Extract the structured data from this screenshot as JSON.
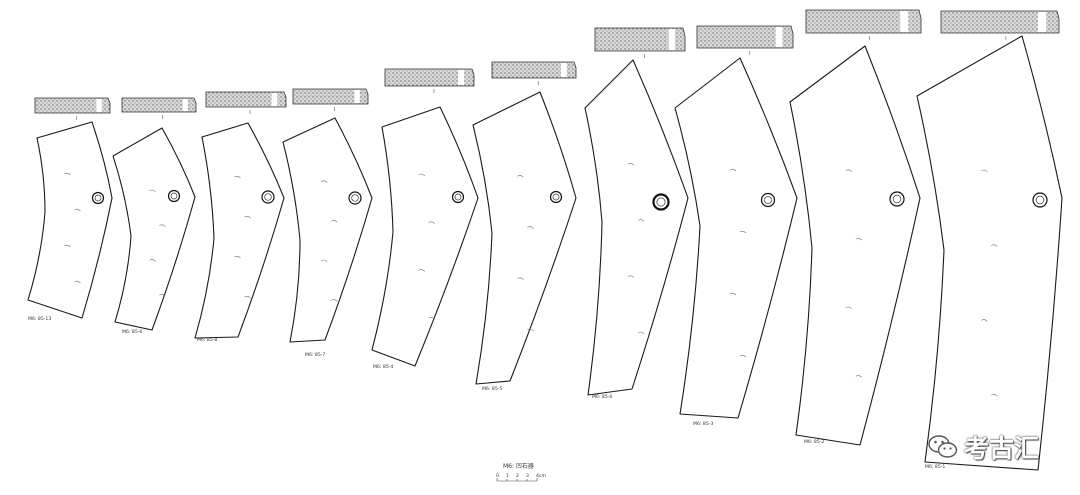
{
  "figure": {
    "title": "M6: 凹石器",
    "scale_bar": {
      "ticks": [
        "0",
        "1",
        "2",
        "3",
        "4cm"
      ]
    }
  },
  "specimens": [
    {
      "label": "M6: 85-13"
    },
    {
      "label": "M6: 85-6"
    },
    {
      "label": "M6: 85-8"
    },
    {
      "label": "M6: 85-7"
    },
    {
      "label": "M6: 85-4"
    },
    {
      "label": "M6: 85-5"
    },
    {
      "label": "M6: 85-6"
    },
    {
      "label": "M6: 85-3"
    },
    {
      "label": "M6: 85-2"
    },
    {
      "label": "M6: 85-1"
    }
  ],
  "watermark": {
    "text": "考古汇",
    "icon": "wechat-logo-icon"
  }
}
